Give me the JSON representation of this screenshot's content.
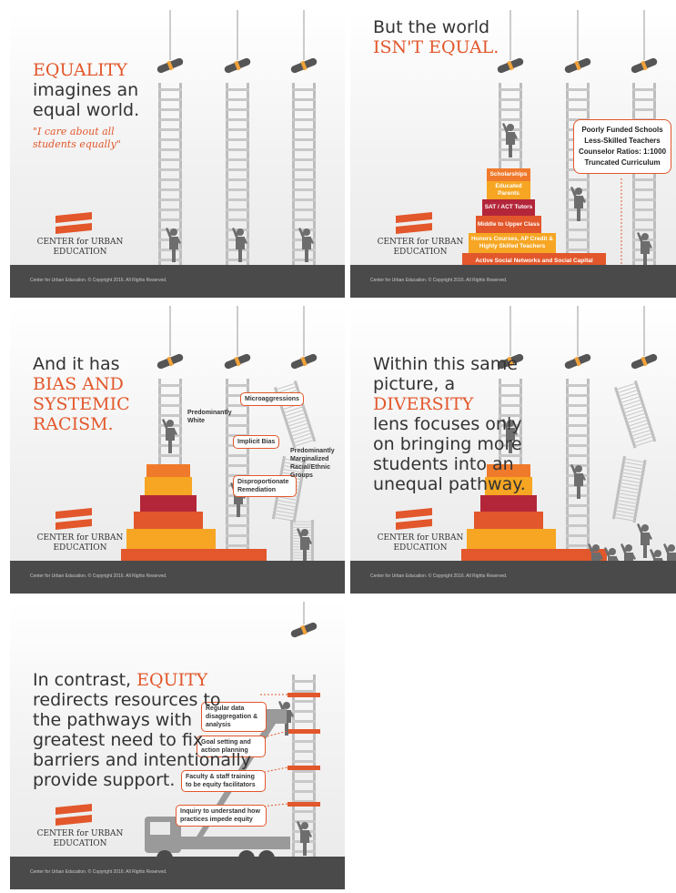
{
  "brand": {
    "logo_line1": "CENTER for URBAN",
    "logo_line2": "EDUCATION",
    "footer": "Center for Urban Education. © Copyright 2016. All Rights Reserved.",
    "accent": "#e2572b",
    "dark": "#4a4a4a"
  },
  "panel1": {
    "title_accent": "EQUALITY",
    "title_rest": [
      "imagines an",
      "equal world."
    ],
    "quote": [
      "\"I care about all",
      "students equally\""
    ]
  },
  "panel2": {
    "title": "But the world",
    "title_accent": "ISN'T EQUAL.",
    "tiers": [
      "Scholarships",
      "Educated Parents",
      "SAT / ACT Tutors",
      "Middle to Upper Class",
      "Honors Courses, AP Credit & Highly Skilled Teachers",
      "Active Social Networks and Social Capital"
    ],
    "inequities": [
      "Poorly Funded Schools",
      "Less-Skilled Teachers",
      "Counselor Ratios: 1:1000",
      "Truncated Curriculum"
    ]
  },
  "panel3": {
    "title": "And it has",
    "title_accent": [
      "BIAS AND",
      "SYSTEMIC",
      "RACISM."
    ],
    "labels": {
      "white": "Predominantly White",
      "micro": "Microaggressions",
      "implicit": "Implicit Bias",
      "remediation": "Disproportionate Remediation",
      "marginalized": "Predominantly Marginalized Racial/Ethnic Groups"
    }
  },
  "panel4": {
    "title_pre": [
      "Within this same",
      "picture, a"
    ],
    "title_accent": "DIVERSITY",
    "title_post": [
      "lens focuses only",
      "on bringing more",
      "students into an",
      "unequal pathway."
    ]
  },
  "panel5": {
    "title_pre": "In contrast,",
    "title_accent": "EQUITY",
    "title_post": [
      "redirects resources to",
      "the pathways with",
      "greatest need to fix",
      "barriers and intentionally",
      "provide support."
    ],
    "supports": [
      "Regular data disaggregation & analysis",
      "Goal setting and action planning",
      "Faculty & staff training to be equity facilitators",
      "Inquiry to understand how practices impede equity"
    ]
  }
}
